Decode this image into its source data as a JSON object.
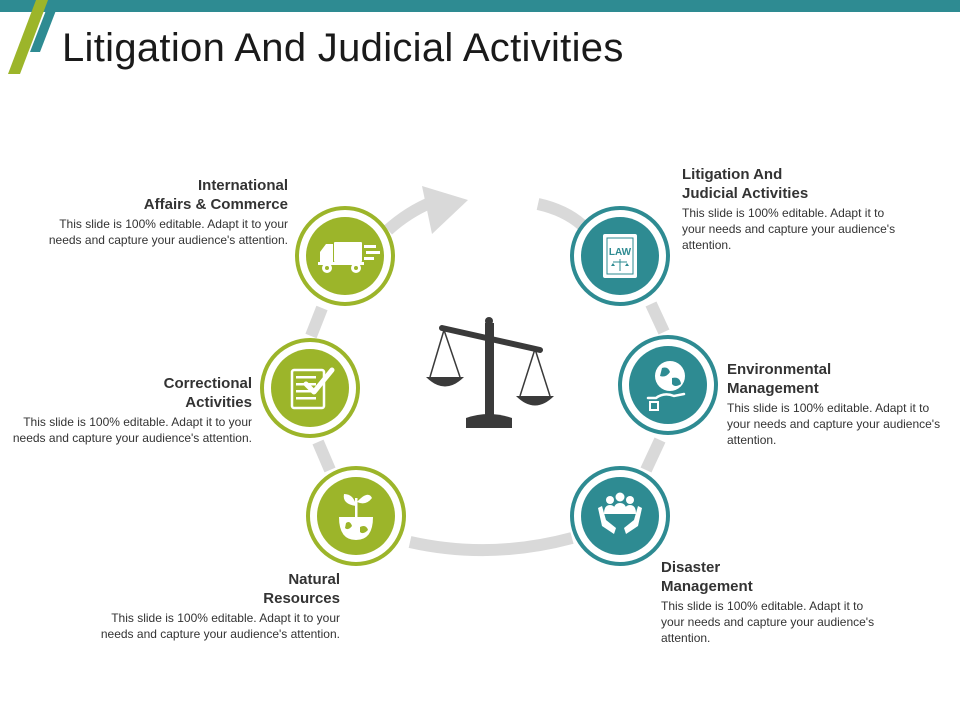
{
  "title": "Litigation And Judicial Activities",
  "colors": {
    "green": "#9cb52a",
    "teal": "#2e8b92",
    "gray": "#d9d9d9",
    "dark": "#3a3a3a"
  },
  "items": [
    {
      "title": "International\nAffairs & Commerce",
      "desc": "This slide is 100% editable. Adapt it to your needs and capture your audience's attention.",
      "icon": "truck-icon"
    },
    {
      "title": "Correctional\nActivities",
      "desc": "This slide is 100% editable. Adapt it to your needs and capture your audience's attention.",
      "icon": "checklist-icon"
    },
    {
      "title": "Natural\nResources",
      "desc": "This slide is 100% editable. Adapt it to your needs and capture your audience's attention.",
      "icon": "plant-globe-icon"
    },
    {
      "title": "Litigation  And\nJudicial  Activities",
      "desc": "This slide is 100% editable. Adapt it to your needs and capture your audience's attention.",
      "icon": "law-book-icon",
      "icon_text": "LAW"
    },
    {
      "title": "Environmental\nManagement",
      "desc": "This slide is 100% editable. Adapt it to your needs and capture your audience's attention.",
      "icon": "globe-hand-icon"
    },
    {
      "title": "Disaster\nManagement",
      "desc": "This slide is 100% editable. Adapt it to your needs and capture your audience's attention.",
      "icon": "people-hands-icon"
    }
  ],
  "center_icon": "scales-of-justice-icon"
}
